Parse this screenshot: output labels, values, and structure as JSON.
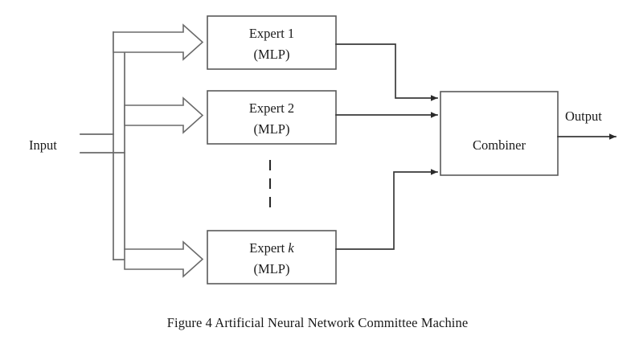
{
  "figure": {
    "caption": "Figure 4 Artificial Neural Network Committee Machine",
    "input_label": "Input",
    "output_label": "Output",
    "ellipsis_marker": "vertical-dashed-ellipsis",
    "colors": {
      "background": "#ffffff",
      "box_stroke": "#5a5a5a",
      "wire_stroke": "#3a3a3a",
      "bus_stroke": "#6a6a6a",
      "text": "#1a1a1a"
    }
  },
  "experts": [
    {
      "id": "expert-1",
      "title": "Expert 1",
      "subtitle": "(MLP)",
      "title_italic_suffix": ""
    },
    {
      "id": "expert-2",
      "title": "Expert 2",
      "subtitle": "(MLP)",
      "title_italic_suffix": ""
    },
    {
      "id": "expert-k",
      "title": "Expert ",
      "subtitle": "(MLP)",
      "title_italic_suffix": "k"
    }
  ],
  "combiner": {
    "id": "combiner",
    "label": "Combiner"
  }
}
